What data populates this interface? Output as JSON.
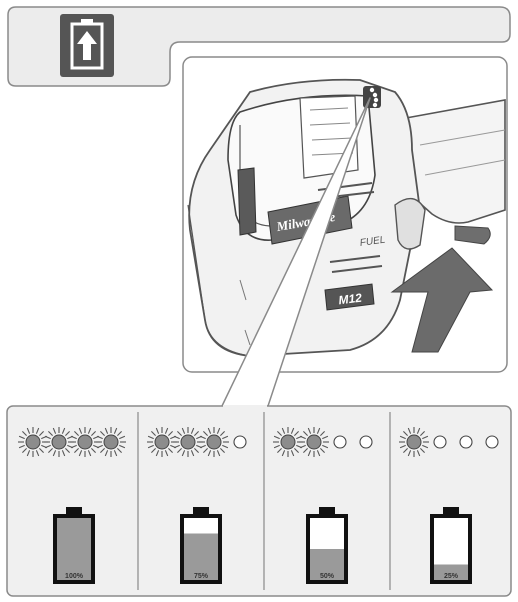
{
  "header": {
    "icon": "battery-charge-icon",
    "colors": {
      "panel": "#ececec",
      "icon_bg": "#555555",
      "border": "#8a8a8a"
    }
  },
  "tool_view": {
    "logo_text": "Milwaukee",
    "fuel_text": "FUEL",
    "badge_text": "M12",
    "arrow_icon": "insert-battery-arrow-icon"
  },
  "fuel_gauge": {
    "colors": {
      "led_on": "#8c8c8c",
      "fill": "#9a9a9a",
      "panel": "#f0f0f0"
    },
    "levels": [
      {
        "label": "100%",
        "fill": 1.0,
        "leds_on": 4
      },
      {
        "label": "75%",
        "fill": 0.75,
        "leds_on": 3
      },
      {
        "label": "50%",
        "fill": 0.5,
        "leds_on": 2
      },
      {
        "label": "25%",
        "fill": 0.25,
        "leds_on": 1
      }
    ]
  }
}
